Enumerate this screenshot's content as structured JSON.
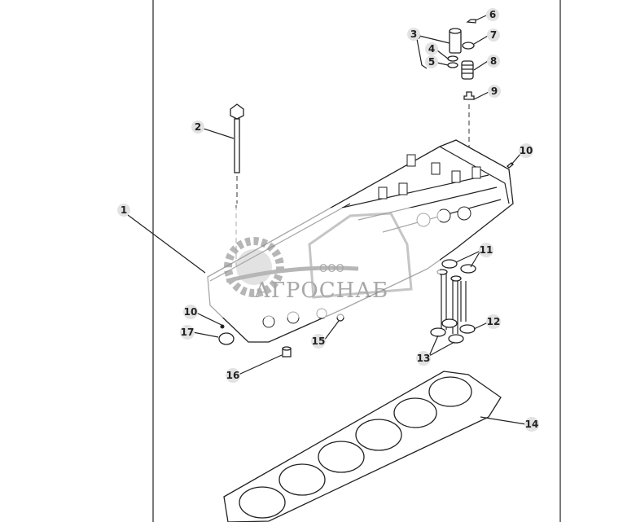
{
  "diagram": {
    "callouts": [
      {
        "id": "callout-1",
        "label": "1"
      },
      {
        "id": "callout-2",
        "label": "2"
      },
      {
        "id": "callout-3",
        "label": "3"
      },
      {
        "id": "callout-4",
        "label": "4"
      },
      {
        "id": "callout-5",
        "label": "5"
      },
      {
        "id": "callout-6",
        "label": "6"
      },
      {
        "id": "callout-7",
        "label": "7"
      },
      {
        "id": "callout-8",
        "label": "8"
      },
      {
        "id": "callout-9",
        "label": "9"
      },
      {
        "id": "callout-10a",
        "label": "10"
      },
      {
        "id": "callout-11",
        "label": "11"
      },
      {
        "id": "callout-12",
        "label": "12"
      },
      {
        "id": "callout-13",
        "label": "13"
      },
      {
        "id": "callout-14",
        "label": "14"
      },
      {
        "id": "callout-15",
        "label": "15"
      },
      {
        "id": "callout-16",
        "label": "16"
      },
      {
        "id": "callout-17",
        "label": "17"
      },
      {
        "id": "callout-10b",
        "label": "10"
      }
    ],
    "colors": {
      "line": "#222222",
      "callout_bg": "#e2e2e2",
      "watermark": "#9a9a9a"
    }
  },
  "watermark": {
    "prefix": "ООО",
    "name": "АГРОСНАБ"
  }
}
